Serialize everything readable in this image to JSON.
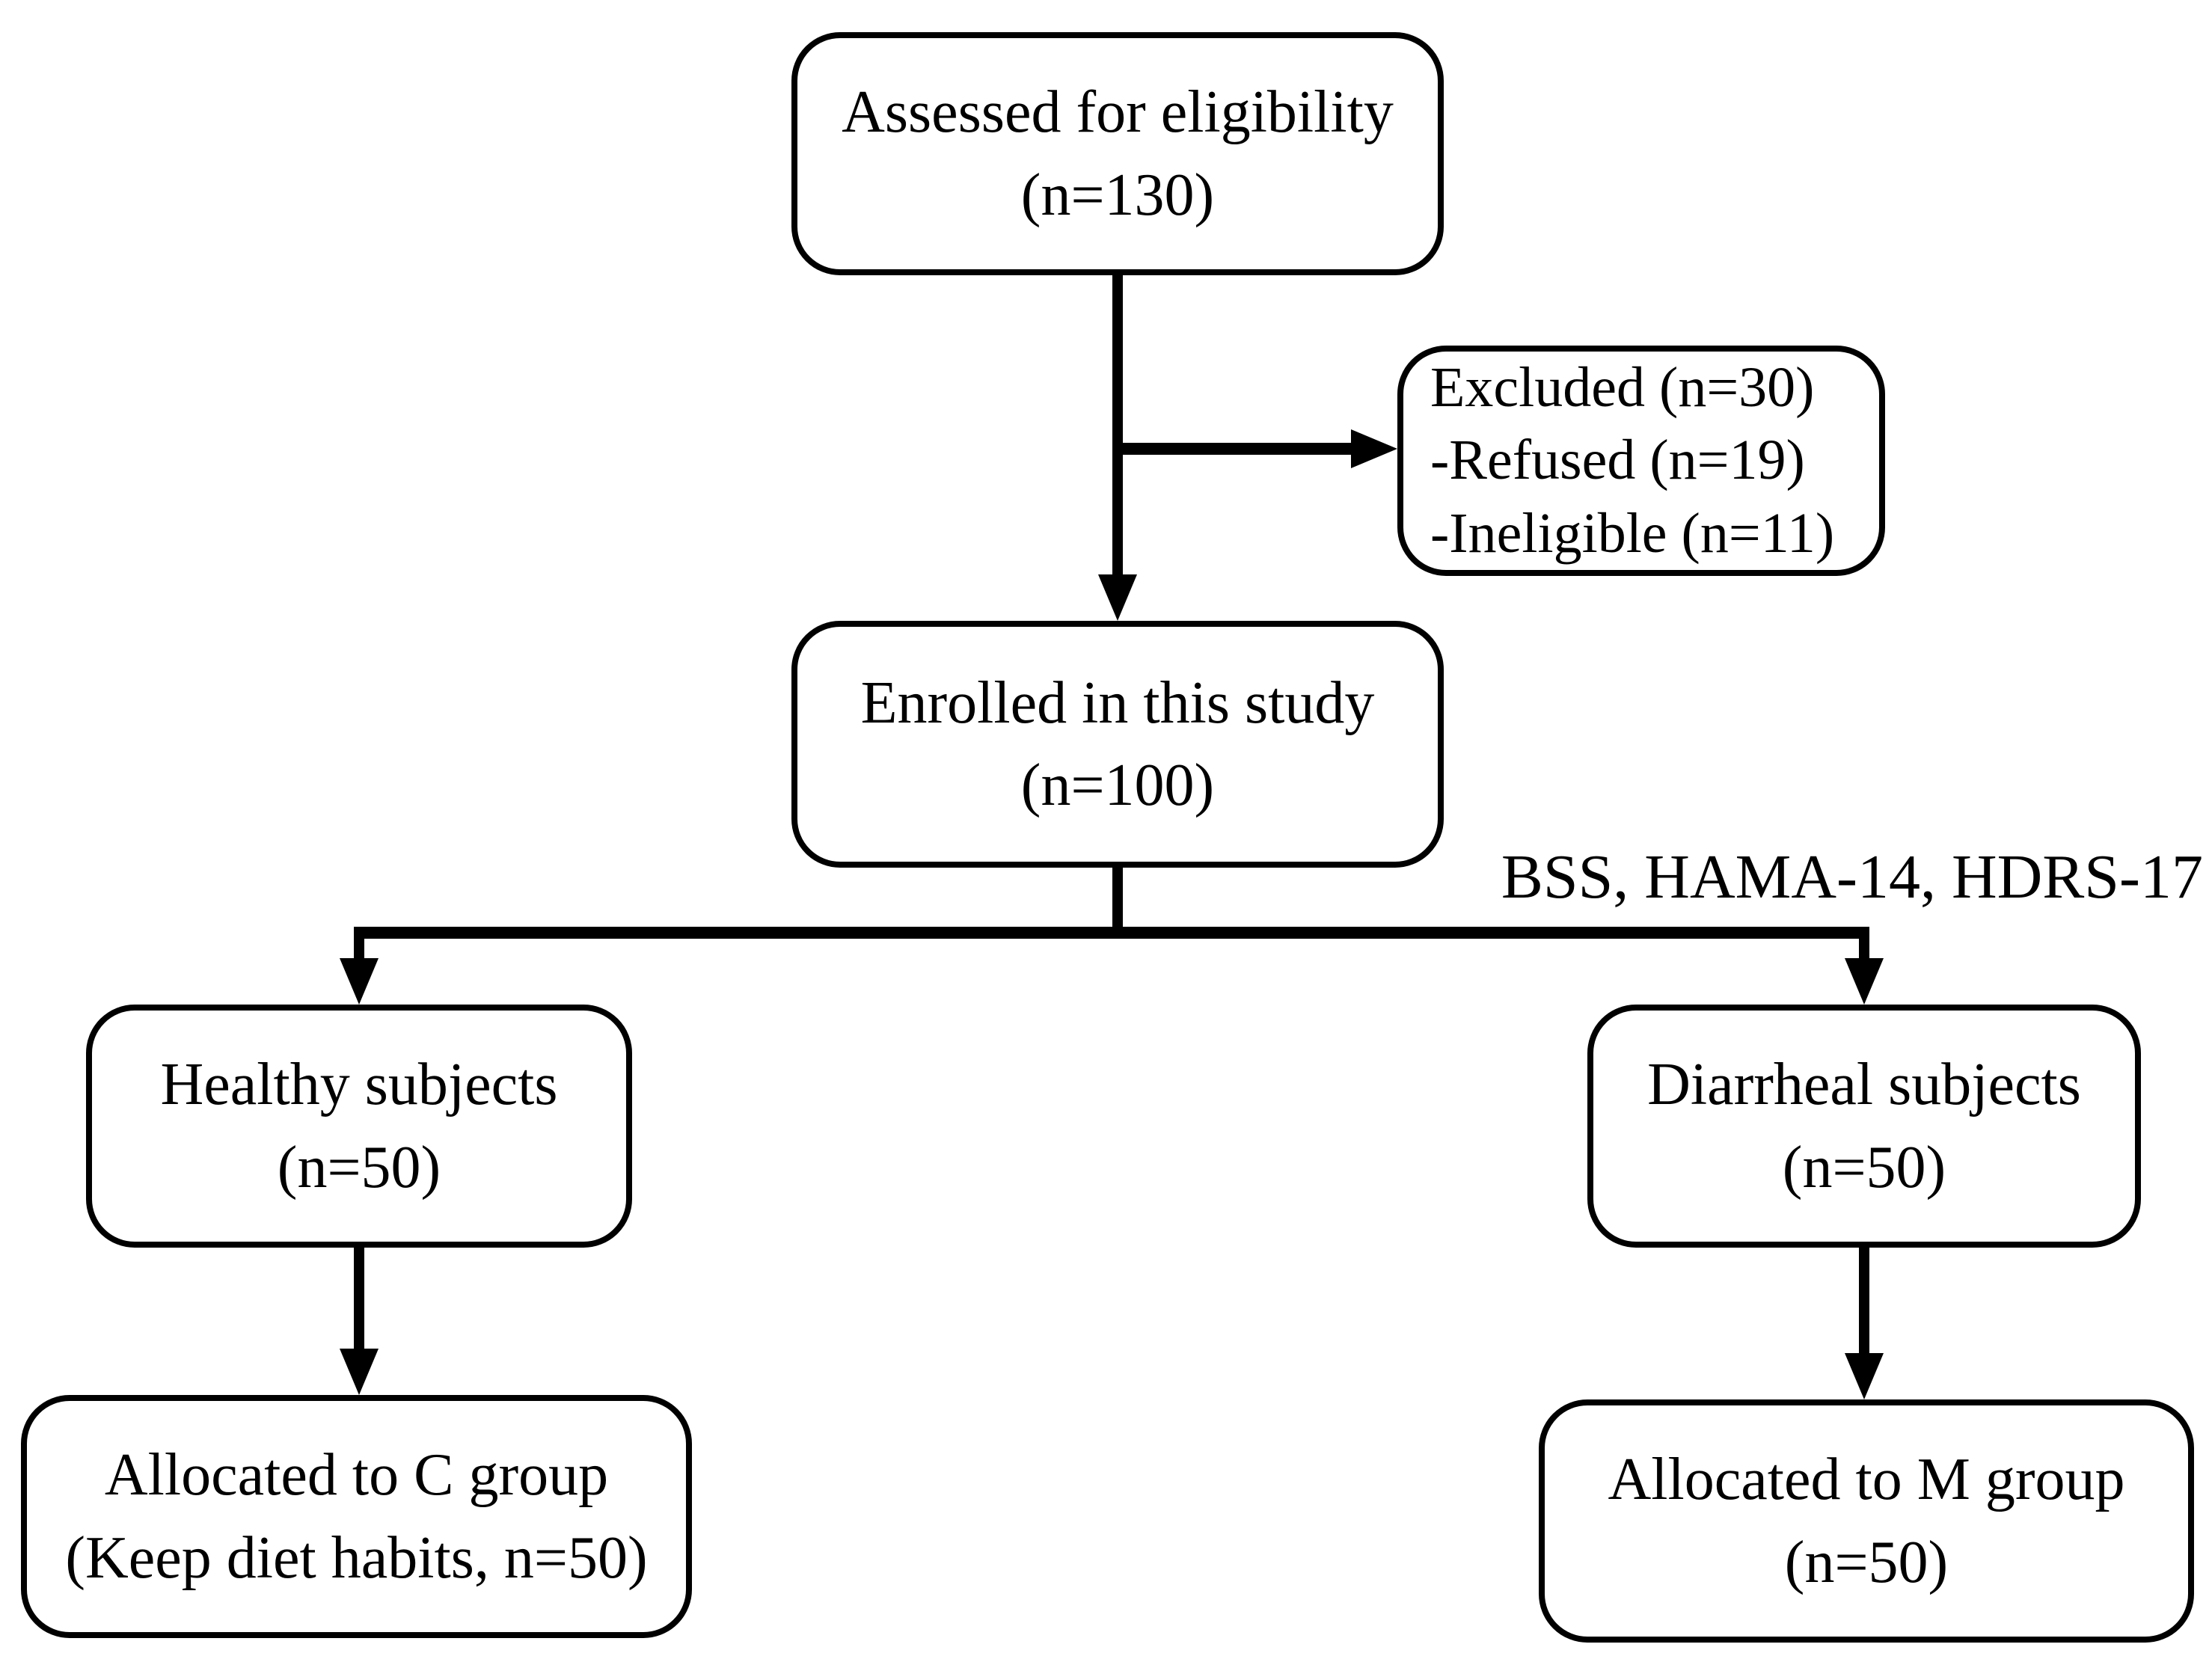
{
  "figure": {
    "type": "consort-flow-diagram",
    "annotation": "BSS, HAMA-14, HDRS-17"
  },
  "colors": {
    "ink": "#000000",
    "background": "#ffffff"
  },
  "boxes": {
    "assessed": {
      "line1": "Assessed for eligibility",
      "line2": "(n=130)"
    },
    "excluded": {
      "line1": "Excluded (n=30)",
      "line2": "-Refused (n=19)",
      "line3": "-Ineligible (n=11)"
    },
    "enrolled": {
      "line1": "Enrolled in this study",
      "line2": "(n=100)"
    },
    "healthy": {
      "line1": "Healthy subjects",
      "line2": "(n=50)"
    },
    "diarrheal": {
      "line1": "Diarrheal subjects",
      "line2": "(n=50)"
    },
    "alloc_c": {
      "line1": "Allocated to C group",
      "line2": "(Keep diet habits, n=50)"
    },
    "alloc_m": {
      "line1": "Allocated to M group",
      "line2": "(n=50)"
    }
  }
}
